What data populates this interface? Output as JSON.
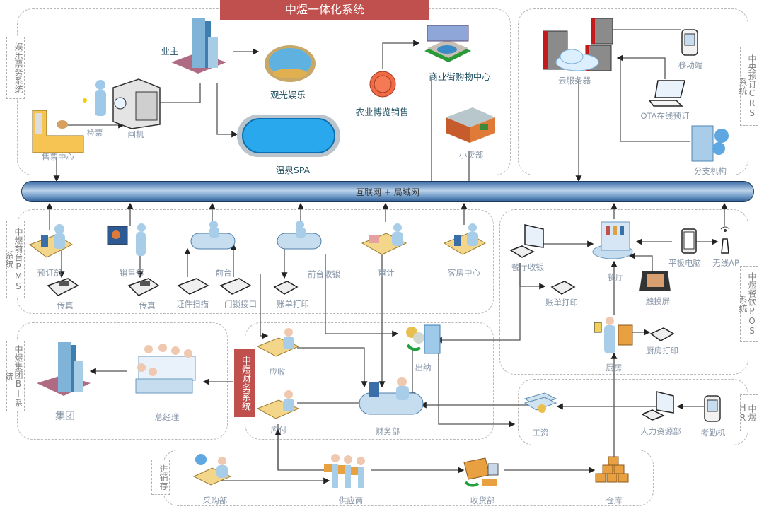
{
  "title": "中煜一体化系统",
  "bus_label": "互联网 + 局域网",
  "colors": {
    "banner": "#c0504d",
    "bus": "#5b8cc0",
    "label": "#8896a8",
    "dark_label": "#1f4e60"
  },
  "regions": {
    "entertainment": {
      "side_label": "娱乐票务系统",
      "nodes": {
        "owner": "业主",
        "sightseeing": "观光娱乐",
        "spa": "温泉SPA",
        "ticket_check": "检票",
        "gate": "闸机",
        "ticket_center": "售票中心",
        "agri_expo": "农业博览销售",
        "shopping": "商业街购物中心",
        "kiosk": "小卖部"
      }
    },
    "crs": {
      "side_label": "中央预订CRS系统",
      "nodes": {
        "cloud": "云服务器",
        "mobile": "移动端",
        "ota": "OTA在线预订",
        "branch": "分支机构"
      }
    },
    "pms": {
      "side_label": "中煜前台PMS系统",
      "nodes": {
        "reservation": "预订部",
        "fax1": "传真",
        "sales": "销售部",
        "fax2": "传真",
        "id_scan": "证件扫描",
        "front_desk": "前台",
        "door_lock": "门锁接口",
        "cashier": "前台收银",
        "bill_print": "账单打印",
        "audit": "审计",
        "housekeeping": "客房中心"
      }
    },
    "pos": {
      "side_label": "中煜餐饮POS系统",
      "nodes": {
        "rest_cashier": "餐厅收银",
        "bill_print": "账单打印",
        "restaurant": "餐厅",
        "tablet": "平板电脑",
        "wifi_ap": "无线AP",
        "touchscreen": "触摸屏",
        "kitchen": "厨房",
        "kitchen_print": "厨房打印"
      }
    },
    "bi": {
      "side_label": "中煜集团BI系统",
      "nodes": {
        "group": "集团",
        "gm": "总经理"
      }
    },
    "finance": {
      "side_label": "中煜财务系统",
      "nodes": {
        "receivable": "应收",
        "payable": "应付",
        "teller": "出纳",
        "finance_dept": "财务部"
      }
    },
    "hr": {
      "side_label": "中煜HR",
      "nodes": {
        "payroll": "工资",
        "hr_dept": "人力资源部",
        "attendance": "考勤机"
      }
    },
    "inventory": {
      "side_label": "进销存",
      "nodes": {
        "purchasing": "采购部",
        "supplier": "供应商",
        "receiving": "收货部",
        "warehouse": "仓库"
      }
    }
  }
}
